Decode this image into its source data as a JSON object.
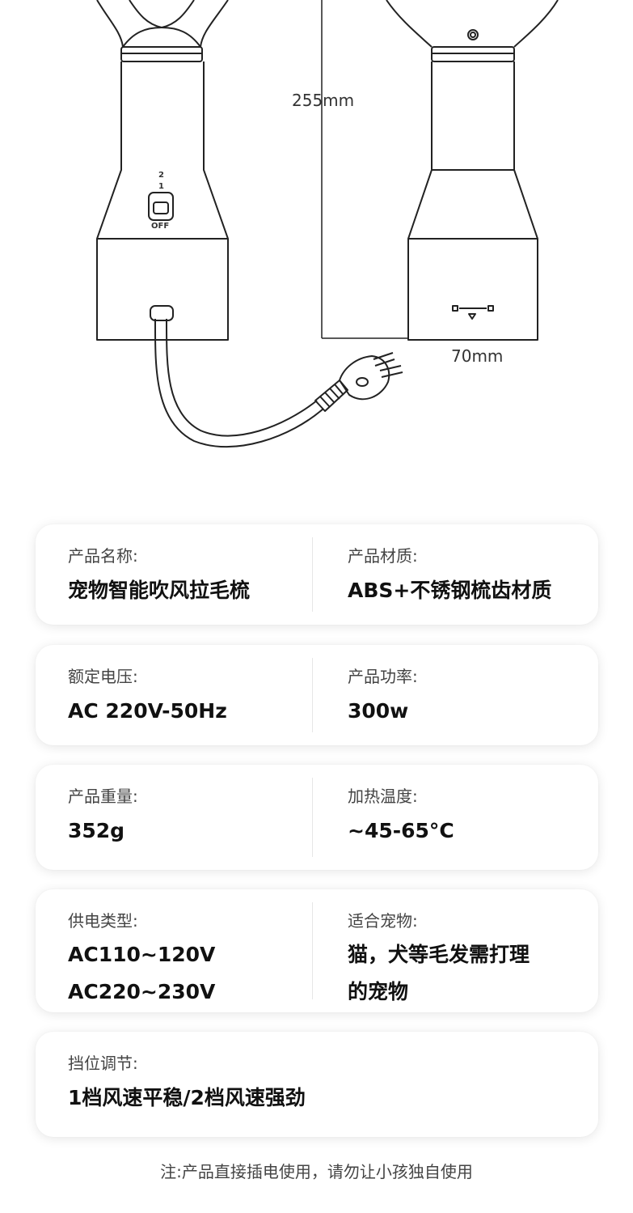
{
  "dimensions": {
    "height_label": "255mm",
    "width_label": "70mm"
  },
  "switch_labels": {
    "pos2": "2",
    "pos1": "1",
    "off": "OFF"
  },
  "specs": [
    {
      "left": {
        "label": "产品名称:",
        "value": [
          "宠物智能吹风拉毛梳"
        ]
      },
      "right": {
        "label": "产品材质:",
        "value": [
          "ABS+不锈钢梳齿材质"
        ]
      }
    },
    {
      "left": {
        "label": "额定电压:",
        "value": [
          "AC 220V-50Hz"
        ]
      },
      "right": {
        "label": "产品功率:",
        "value": [
          "300w"
        ]
      }
    },
    {
      "left": {
        "label": "产品重量:",
        "value": [
          "352g"
        ]
      },
      "right": {
        "label": "加热温度:",
        "value": [
          "~45-65°C"
        ]
      }
    },
    {
      "left": {
        "label": "供电类型:",
        "value": [
          "AC110~120V",
          "AC220~230V"
        ]
      },
      "right": {
        "label": "适合宠物:",
        "value": [
          "猫，犬等毛发需打理",
          "的宠物"
        ]
      }
    },
    {
      "full": {
        "label": "挡位调节:",
        "value": [
          "1档风速平稳/2档风速强劲"
        ]
      }
    }
  ],
  "note": "注:产品直接插电使用，请勿让小孩独自使用",
  "colors": {
    "line": "#222222",
    "card_bg": "#ffffff",
    "text": "#111111"
  }
}
